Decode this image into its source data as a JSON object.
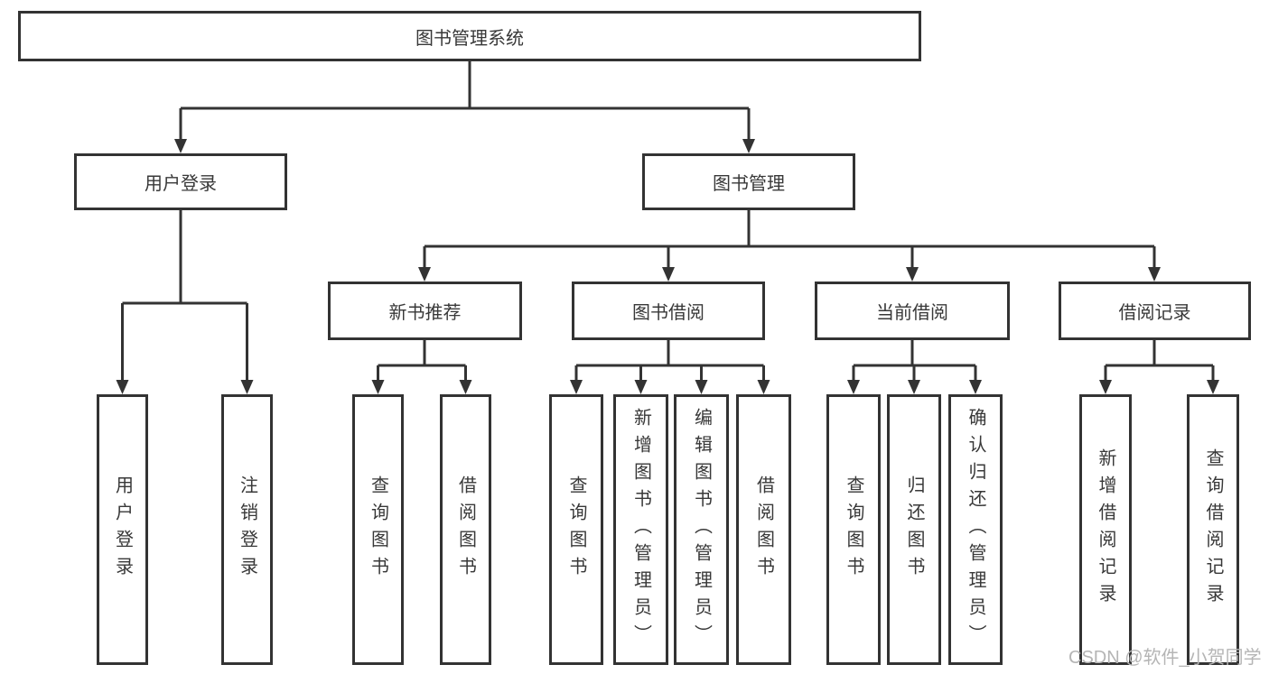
{
  "colors": {
    "line": "#333333",
    "box_border": "#333333",
    "text": "#383838",
    "background": "#ffffff",
    "watermark": "#b5b5b5"
  },
  "watermark": {
    "text": "CSDN @软件_小贺同学"
  },
  "tree": {
    "label": "图书管理系统",
    "children": [
      {
        "label": "用户登录",
        "children": [
          {
            "label": "用户登录"
          },
          {
            "label": "注销登录"
          }
        ]
      },
      {
        "label": "图书管理",
        "children": [
          {
            "label": "新书推荐",
            "children": [
              {
                "label": "查询图书"
              },
              {
                "label": "借阅图书"
              }
            ]
          },
          {
            "label": "图书借阅",
            "children": [
              {
                "label": "查询图书"
              },
              {
                "label": "新增图书（管理员）"
              },
              {
                "label": "编辑图书（管理员）"
              },
              {
                "label": "借阅图书"
              }
            ]
          },
          {
            "label": "当前借阅",
            "children": [
              {
                "label": "查询图书"
              },
              {
                "label": "归还图书"
              },
              {
                "label": "确认归还（管理员）"
              }
            ]
          },
          {
            "label": "借阅记录",
            "children": [
              {
                "label": "新增借阅记录"
              },
              {
                "label": "查询借阅记录"
              }
            ]
          }
        ]
      }
    ]
  }
}
